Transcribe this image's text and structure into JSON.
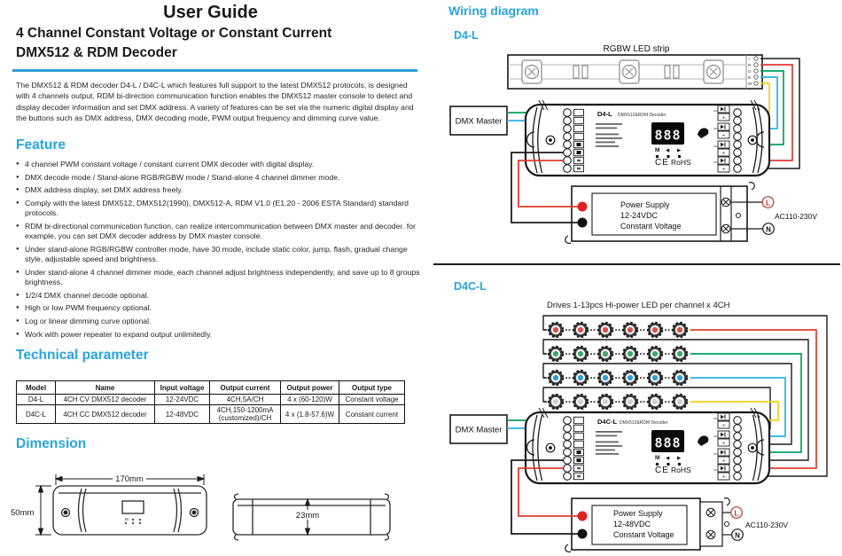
{
  "header": {
    "title": "User Guide",
    "subtitle_line1": "4 Channel Constant Voltage or Constant Current",
    "subtitle_line2": "DMX512 & RDM Decoder"
  },
  "intro": "The DMX512 & RDM decoder D4-L / D4C-L which features full support to the latest DMX512 protocols, is designed with 4 channels output. RDM bi-direction communication function enables the DMX512 master console to detect and display decoder information and set DMX address. A variety of features can be set via the numeric digital display and the buttons such as DMX address, DMX decoding mode, PWM output frequency and dimming curve value.",
  "feature": {
    "heading": "Feature",
    "items": [
      "4 channel PWM constant voltage / constant current DMX decoder with digital display.",
      "DMX decode mode / Stand-alone RGB/RGBW mode / Stand-alone 4 channel dimmer mode.",
      "DMX address display, set DMX address freely.",
      "Comply with the latest DMX512, DMX512(1990), DMX512-A, RDM V1.0 (E1.20 - 2006 ESTA Standard) standard protocols.",
      "RDM bi-directional communication function, can realize intercommunication between DMX master and decoder. for example, you can set DMX decoder address by DMX master console.",
      "Under stand-alone RGB/RGBW controller mode, have 30 mode, include static color, jump, flash, gradual change style, adjustable speed and brightness.",
      "Under stand-alone 4 channel dimmer mode, each channel adjust brightness independently, and save up to 8 groups brightness.",
      "1/2/4 DMX channel decode optional.",
      "High or low PWM frequency optional.",
      "Log or linear dimming curve optional.",
      "Work with power repeater to expand output unlimitedly."
    ]
  },
  "technical": {
    "heading": "Technical parameter",
    "table": {
      "headers": [
        "Model",
        "Name",
        "Input voltage",
        "Output current",
        "Output power",
        "Output type"
      ],
      "rows": [
        [
          "D4-L",
          "4CH CV DMX512 decoder",
          "12-24VDC",
          "4CH,5A/CH",
          "4 x (60-120)W",
          "Constant voltage"
        ],
        [
          "D4C-L",
          "4CH CC DMX512 decoder",
          "12-48VDC",
          "4CH,150-1200mA (customized)/CH",
          "4 x (1.8-57.6)W",
          "Constant current"
        ]
      ]
    }
  },
  "dimension": {
    "heading": "Dimension",
    "front_width": "170mm",
    "front_height": "50mm",
    "side_depth": "23mm"
  },
  "wiring": {
    "heading": "Wiring diagram",
    "d4l": {
      "label": "D4-L",
      "strip_label": "RGBW LED strip",
      "pads": [
        "+",
        "R",
        "G",
        "B",
        "W"
      ],
      "dmx_master": "DMX Master",
      "decoder_name": "D4-L",
      "decoder_desc": "DMX512&RDM Decoder",
      "display": "888",
      "btn_m": "M",
      "btn_left": "◀",
      "btn_right": "▶",
      "ce": "CE",
      "rohs": "RoHS",
      "psu_line1": "Power Supply",
      "psu_line2": "12-24VDC",
      "psu_line3": "Constant Voltage",
      "ac": "AC110-230V",
      "l": "L",
      "n": "N"
    },
    "d4cl": {
      "label": "D4C-L",
      "note": "Drives 1-13pcs Hi-power LED per channel x 4CH",
      "led_colors": [
        "#d9534a",
        "#3fa968",
        "#2f9fd6",
        "#d0d0d0"
      ],
      "dmx_master": "DMX Master",
      "decoder_name": "D4C-L",
      "decoder_desc": "DMX512&RDM Decoder",
      "display": "888",
      "btn_m": "M",
      "btn_left": "◀",
      "btn_right": "▶",
      "ce": "CE",
      "rohs": "RoHS",
      "psu_line1": "Power Supply",
      "psu_line2": "12-48VDC",
      "psu_line3": "Constant Voltage",
      "ac": "AC110-230V",
      "l": "L",
      "n": "N"
    },
    "wire_colors": {
      "black": "#1c1c1c",
      "red": "#e03c31",
      "green": "#00a35c",
      "cyan": "#29b3e8",
      "yellow": "#f2cf16"
    }
  },
  "colors": {
    "accent": "#27a5df"
  }
}
